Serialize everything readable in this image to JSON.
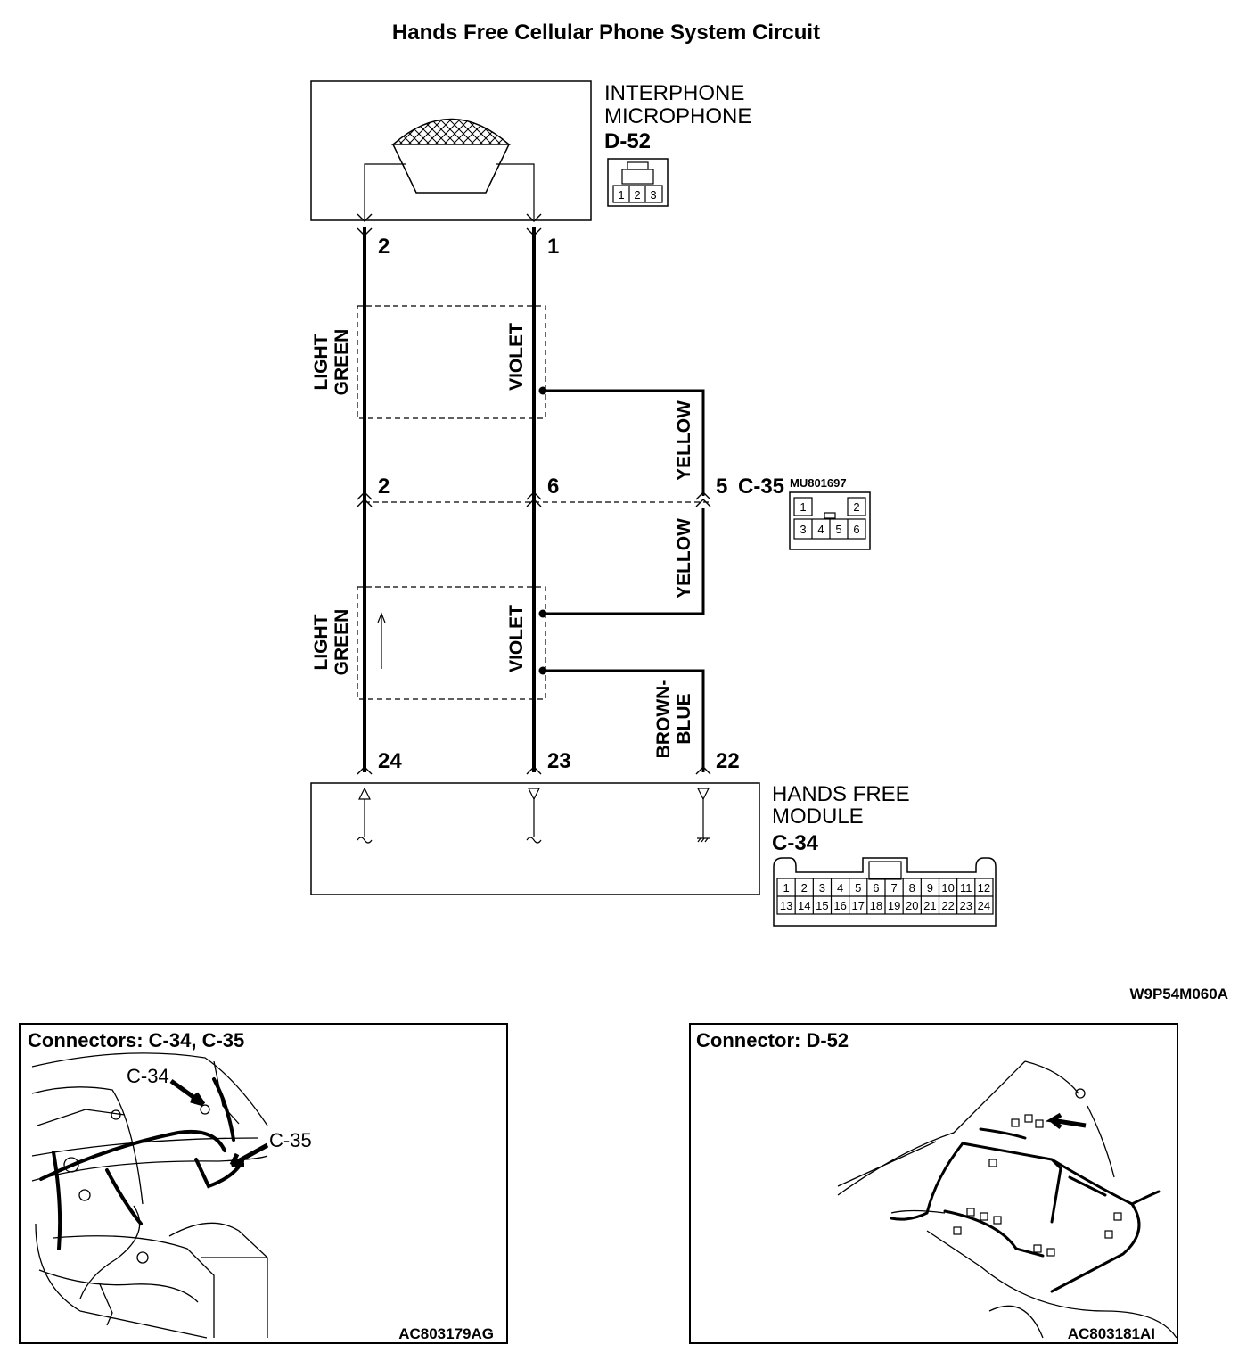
{
  "title": "Hands Free Cellular Phone System Circuit",
  "components": {
    "microphone": {
      "line1": "INTERPHONE",
      "line2": "MICROPHONE",
      "connector": "D-52",
      "pins": [
        "1",
        "2",
        "3"
      ]
    },
    "module": {
      "line1": "HANDS FREE",
      "line2": "MODULE",
      "connector": "C-34",
      "pins_top": [
        "1",
        "2",
        "3",
        "4",
        "5",
        "6",
        "7",
        "8",
        "9",
        "10",
        "11",
        "12"
      ],
      "pins_bottom": [
        "13",
        "14",
        "15",
        "16",
        "17",
        "18",
        "19",
        "20",
        "21",
        "22",
        "23",
        "24"
      ]
    },
    "junction": {
      "connector": "C-35",
      "part_no": "MU801697",
      "pins": [
        "1",
        "2",
        "3",
        "4",
        "5",
        "6"
      ]
    }
  },
  "pin_labels": {
    "mic_left": "2",
    "mic_right": "1",
    "c35_left": "2",
    "c35_mid": "6",
    "c35_right": "5",
    "mod_left": "24",
    "mod_mid": "23",
    "mod_right": "22"
  },
  "wires": {
    "light_green_a": [
      "LIGHT",
      "GREEN"
    ],
    "light_green_b": [
      "LIGHT",
      "GREEN"
    ],
    "violet_a": "VIOLET",
    "violet_b": "VIOLET",
    "yellow_a": "YELLOW",
    "yellow_b": "YELLOW",
    "brown_blue": [
      "BROWN-",
      "BLUE"
    ]
  },
  "diagram_ref": "W9P54M060A",
  "panels": [
    {
      "title": "Connectors: C-34, C-35",
      "callouts": [
        "C-34",
        "C-35"
      ],
      "ref": "AC803179AG"
    },
    {
      "title": "Connector: D-52",
      "ref": "AC803181AI"
    }
  ]
}
